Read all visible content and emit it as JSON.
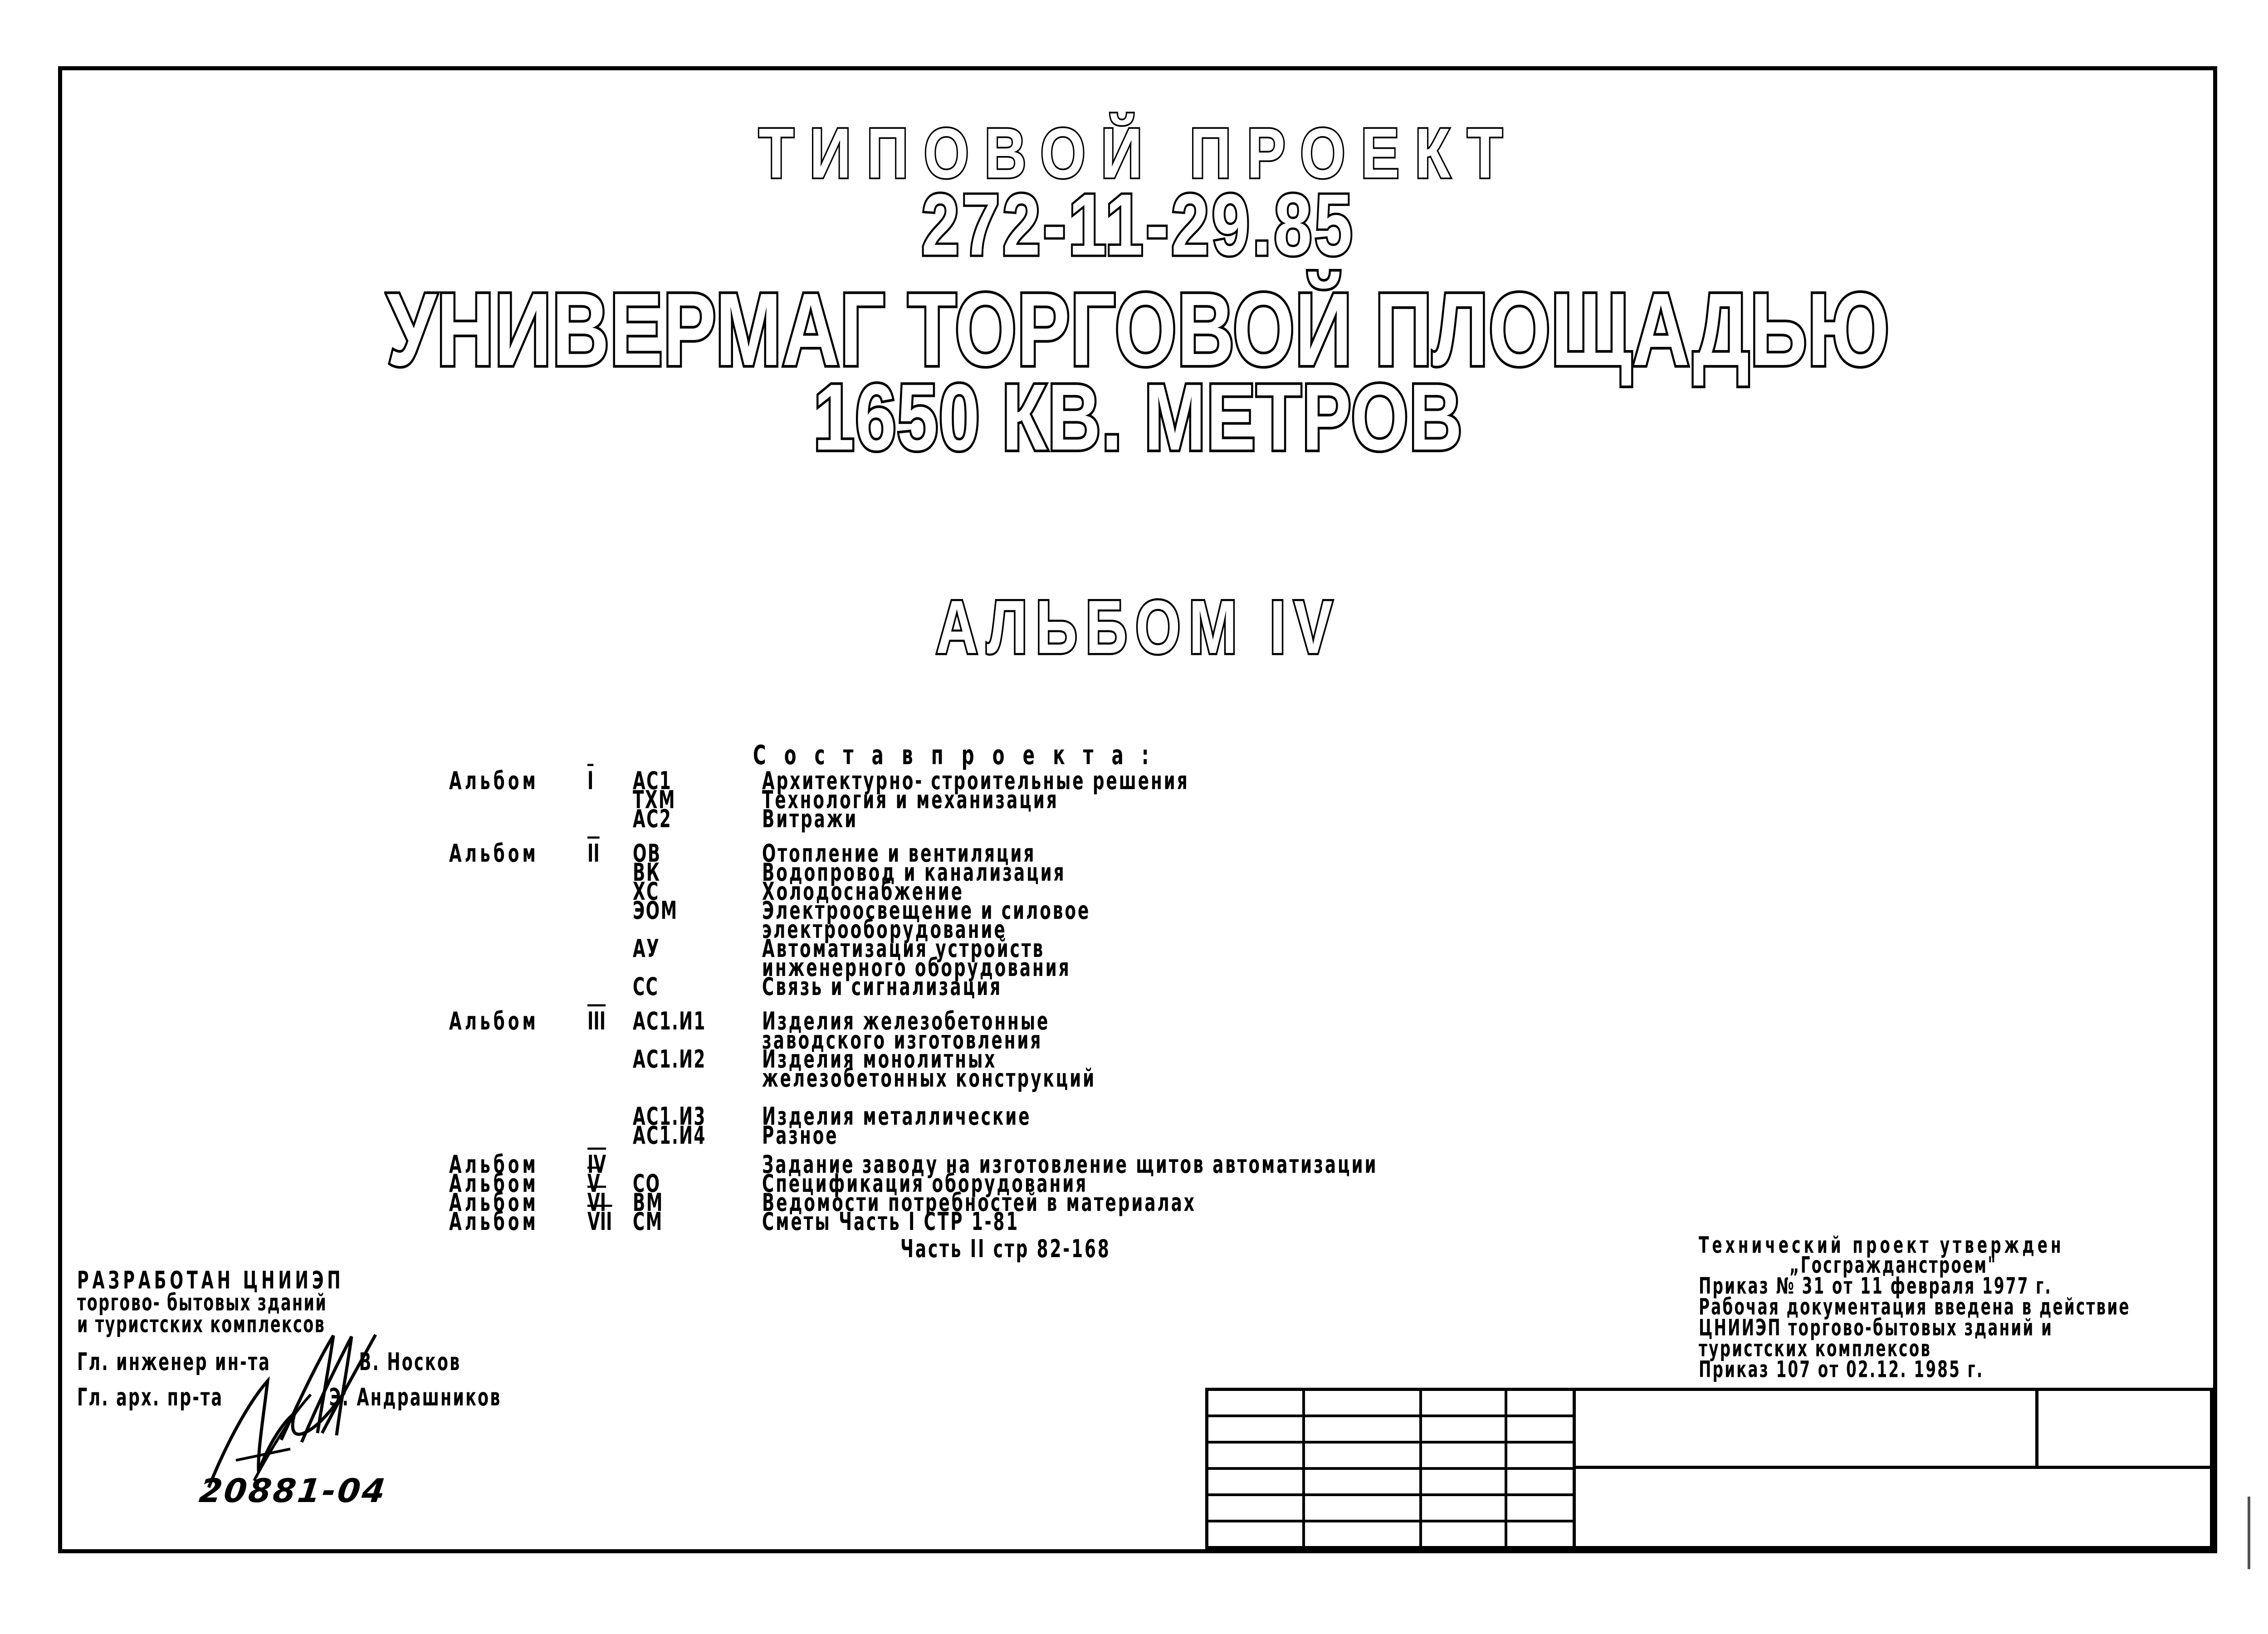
{
  "document": {
    "kind_label": "ТИПОВОЙ  ПРОЕКТ",
    "project_number": "272-11-29.85",
    "title_line1": "УНИВЕРМАГ ТОРГОВОЙ ПЛОЩАДЬЮ",
    "title_line2": "1650 КВ. МЕТРОВ",
    "album_label": "АЛЬБОМ  IV",
    "archive_number": "20881-04"
  },
  "composition": {
    "heading": "С о с т а в     п р о е к т а :",
    "rows": [
      {
        "album": "Альбом",
        "num": "I",
        "code": "АС1",
        "text": "Архитектурно- строительные решения"
      },
      {
        "album": "",
        "num": "",
        "code": "ТХМ",
        "text": "Технология  и  механизация"
      },
      {
        "album": "",
        "num": "",
        "code": "АС2",
        "text": "Витражи"
      },
      {
        "album": "Альбом",
        "num": "II",
        "code": "ОВ",
        "text": "Отопление     и   вентиляция"
      },
      {
        "album": "",
        "num": "",
        "code": "ВК",
        "text": "Водопровод    и   канализация"
      },
      {
        "album": "",
        "num": "",
        "code": "ХС",
        "text": "Холодоснабжение"
      },
      {
        "album": "",
        "num": "",
        "code": "ЭОМ",
        "text": "Электроосвещение  и силовое"
      },
      {
        "album": "",
        "num": "",
        "code": "",
        "text": "электрооборудование"
      },
      {
        "album": "",
        "num": "",
        "code": "АУ",
        "text": "Автоматизация   устройств"
      },
      {
        "album": "",
        "num": "",
        "code": "",
        "text": "инженерного   оборудования"
      },
      {
        "album": "",
        "num": "",
        "code": "СС",
        "text": "Связь   и   сигнализация"
      },
      {
        "album": "Альбом",
        "num": "III",
        "code": "АС1.И1",
        "text": "Изделия    железобетонные"
      },
      {
        "album": "",
        "num": "",
        "code": "",
        "text": "заводского    изготовления"
      },
      {
        "album": "",
        "num": "",
        "code": "АС1.И2",
        "text": "Изделия     монолитных"
      },
      {
        "album": "",
        "num": "",
        "code": "",
        "text": "железобетонных   конструкций"
      },
      {
        "album": "",
        "num": "",
        "code": "АС1.И3",
        "text": "Изделия     металлические"
      },
      {
        "album": "",
        "num": "",
        "code": "АС1.И4",
        "text": "Разное"
      },
      {
        "album": "Альбом",
        "num": "IV",
        "code": "",
        "text": "Задание заводу на изготовление щитов автоматизации"
      },
      {
        "album": "Альбом",
        "num": "V",
        "code": "СО",
        "text": "Спецификация  оборудования"
      },
      {
        "album": "Альбом",
        "num": "VI",
        "code": "ВМ",
        "text": "Ведомости  потребностей в материалах"
      },
      {
        "album": "Альбом",
        "num": "VII",
        "code": "СМ",
        "text": "Сметы   Часть I СТР 1-81"
      },
      {
        "album": "",
        "num": "",
        "code": "",
        "text": "Часть II стр 82-168"
      }
    ]
  },
  "developer": {
    "line1": "РАЗРАБОТАН    ЦНИИЭП",
    "line2": "торгово- бытовых зданий",
    "line3": "и туристских комплексов",
    "chief_engineer_label": "Гл. инженер ин-та",
    "chief_engineer_name": "В. Носков",
    "chief_architect_label": "Гл. арх. пр-та",
    "chief_architect_name": "Э. Андрашников"
  },
  "approval": {
    "line1": "Технический  проект утвержден",
    "line2": "„Госгражданстроем\"",
    "line3": "Приказ № 31  от  11 февраля 1977 г.",
    "line4": "Рабочая документация введена в действие",
    "line5": "ЦНИИЭП торгово-бытовых зданий    и",
    "line6": "туристских  комплексов",
    "line7": "Приказ 107    от 02.12. 1985 г."
  },
  "title_block": {
    "left_rows": 6,
    "left_cols": 4,
    "cells": [
      [
        "",
        "",
        "",
        ""
      ],
      [
        "",
        "",
        "",
        ""
      ],
      [
        "",
        "",
        "",
        ""
      ],
      [
        "",
        "",
        "",
        ""
      ],
      [
        "",
        "",
        "",
        ""
      ],
      [
        "",
        "",
        "",
        ""
      ]
    ],
    "right_top_left": "",
    "right_top_right": "",
    "right_bottom": ""
  },
  "colors": {
    "ink": "#000000",
    "paper": "#ffffff"
  }
}
